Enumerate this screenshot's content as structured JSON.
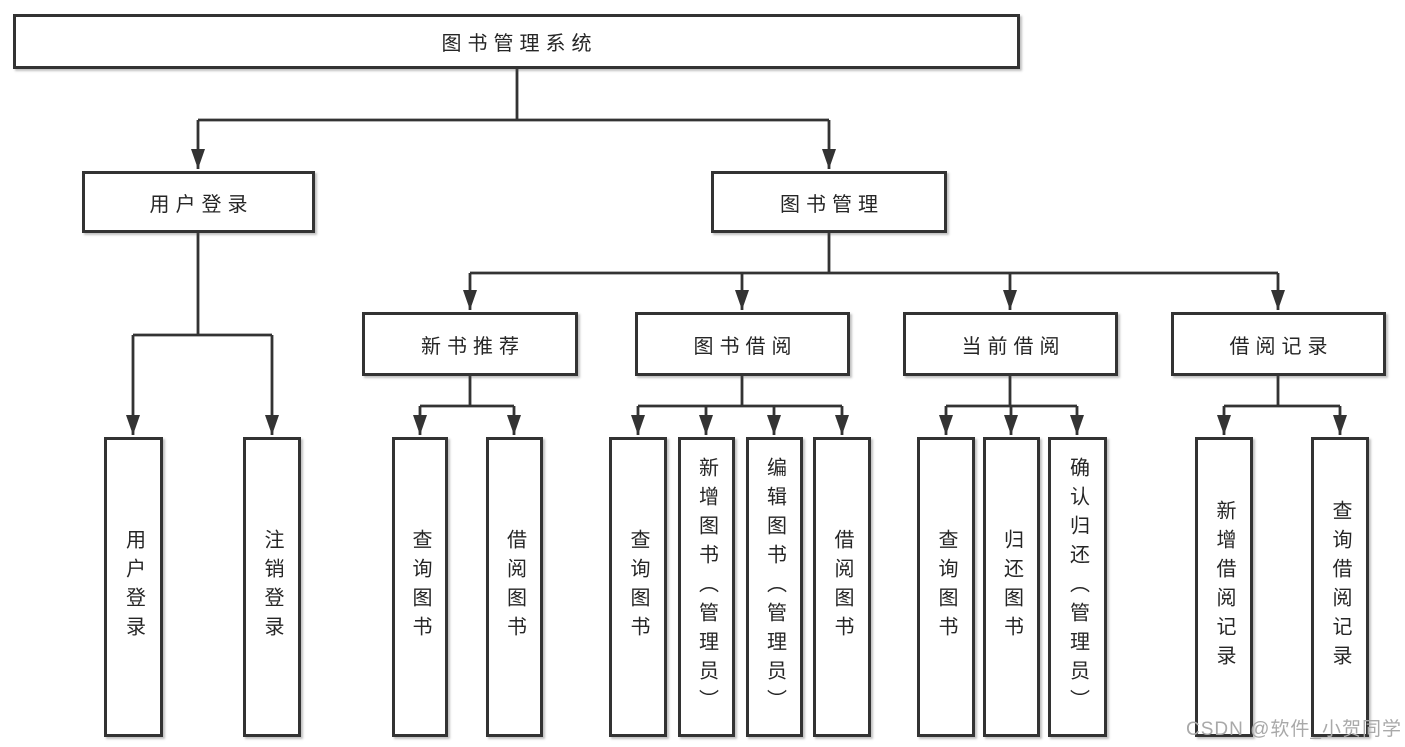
{
  "diagram": {
    "root": {
      "label": "图书管理系统"
    },
    "level2": [
      {
        "label": "用户登录"
      },
      {
        "label": "图书管理"
      }
    ],
    "level3": [
      {
        "label": "新书推荐"
      },
      {
        "label": "图书借阅"
      },
      {
        "label": "当前借阅"
      },
      {
        "label": "借阅记录"
      }
    ],
    "leaves": {
      "user_login": [
        "用户登录",
        "注销登录"
      ],
      "new_books": [
        "查询图书",
        "借阅图书"
      ],
      "book_borrow": [
        "查询图书",
        "新增图书（管理员）",
        "编辑图书（管理员）",
        "借阅图书"
      ],
      "current_borrow": [
        "查询图书",
        "归还图书",
        "确认归还（管理员）"
      ],
      "borrow_records": [
        "新增借阅记录",
        "查询借阅记录"
      ]
    }
  },
  "watermark": {
    "text": "CSDN @软件_小贺同学"
  },
  "colors": {
    "border": "#333333",
    "text": "#262626",
    "watermark": "#a9a9a9",
    "background": "#ffffff"
  }
}
